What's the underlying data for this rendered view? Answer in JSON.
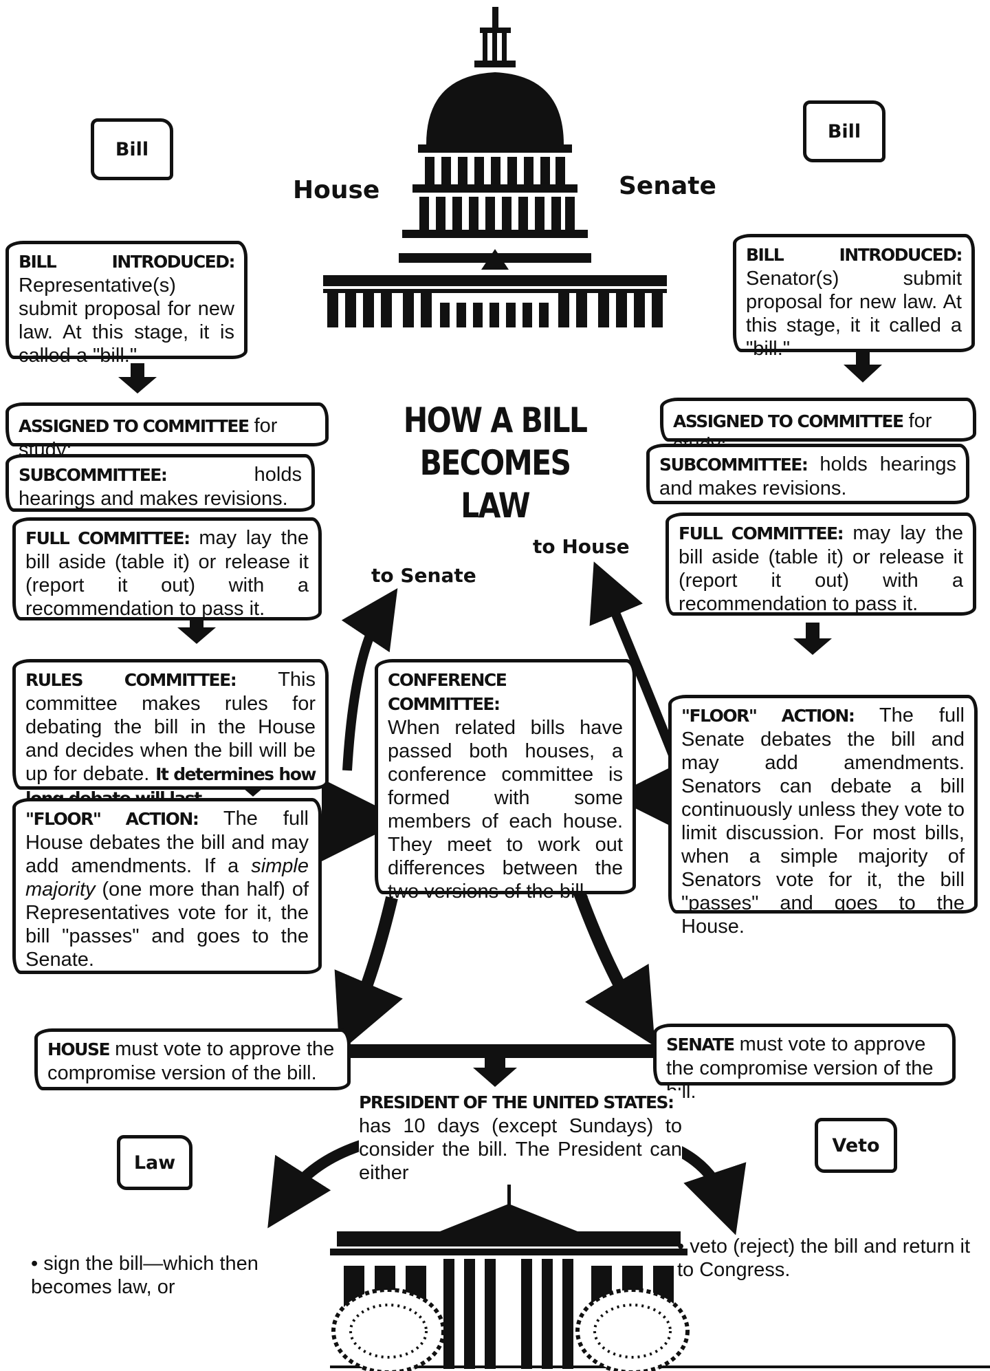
{
  "title": {
    "line1": "HOW A BILL",
    "line2": "BECOMES LAW"
  },
  "chamber_labels": {
    "house": "House",
    "senate": "Senate"
  },
  "tags": {
    "bill_house": "Bill",
    "bill_senate": "Bill",
    "law": "Law",
    "veto": "Veto"
  },
  "flow_labels": {
    "to_senate": "to Senate",
    "to_house": "to House"
  },
  "house": {
    "introduced": {
      "head": "BILL INTRODUCED:",
      "text": "Representative(s) submit proposal for new law. At this stage, it is called a \"bill.\""
    },
    "assigned": {
      "head": "ASSIGNED TO COMMITTEE",
      "text": "for study:"
    },
    "subcommittee": {
      "head": "SUBCOMMITTEE:",
      "text": "holds hearings and makes revisions."
    },
    "full_committee": {
      "head": "FULL COMMITTEE:",
      "text": "may lay the bill aside (table it) or release it (report it out) with a recommendation to pass it."
    },
    "rules": {
      "head": "RULES COMMITTEE:",
      "text": "This committee makes rules for debating the bill in the House and decides when the bill will be up for debate.",
      "bold_tail": "It determines how long debate will last."
    },
    "floor": {
      "head": "\"FLOOR\" ACTION:",
      "text_a": "The full House debates the bill and may add amendments. If a",
      "italic": "simple majority",
      "text_b": "(one more than half) of Representatives vote for it, the bill \"passes\" and goes to the Senate."
    },
    "approve": {
      "head": "HOUSE",
      "text": "must vote to approve the compromise version of the bill."
    }
  },
  "senate": {
    "introduced": {
      "head": "BILL INTRODUCED:",
      "text": "Senator(s) submit proposal for new law. At this stage, it it called a \"bill.\""
    },
    "assigned": {
      "head": "ASSIGNED TO COMMITTEE",
      "text": "for study:"
    },
    "subcommittee": {
      "head": "SUBCOMMITTEE:",
      "text": "holds hearings and makes revisions."
    },
    "full_committee": {
      "head": "FULL COMMITTEE:",
      "text": "may lay the bill aside (table it) or release it (report it out) with a recommendation to pass it."
    },
    "floor": {
      "head": "\"FLOOR\" ACTION:",
      "text": "The full Senate debates the bill and may add amendments. Senators can debate a bill continuously unless they vote to limit discussion. For most bills, when a simple majority of Senators vote for it, the bill \"passes\" and goes to the House."
    },
    "approve": {
      "head": "SENATE",
      "text": "must vote to approve the compromise version of the bill."
    }
  },
  "conference": {
    "head": "CONFERENCE COMMITTEE:",
    "text": "When related bills have passed both houses, a conference committee is formed with some members of each house. They meet to work out differences between the two versions of the bill."
  },
  "president": {
    "head": "PRESIDENT OF THE UNITED STATES:",
    "text": "has 10 days (except Sundays) to consider the bill. The President can either"
  },
  "outcomes": {
    "sign": "• sign the bill—which then becomes law, or",
    "veto": "• veto (reject) the bill and return it to Congress."
  },
  "colors": {
    "ink": "#111111",
    "paper": "#ffffff"
  }
}
